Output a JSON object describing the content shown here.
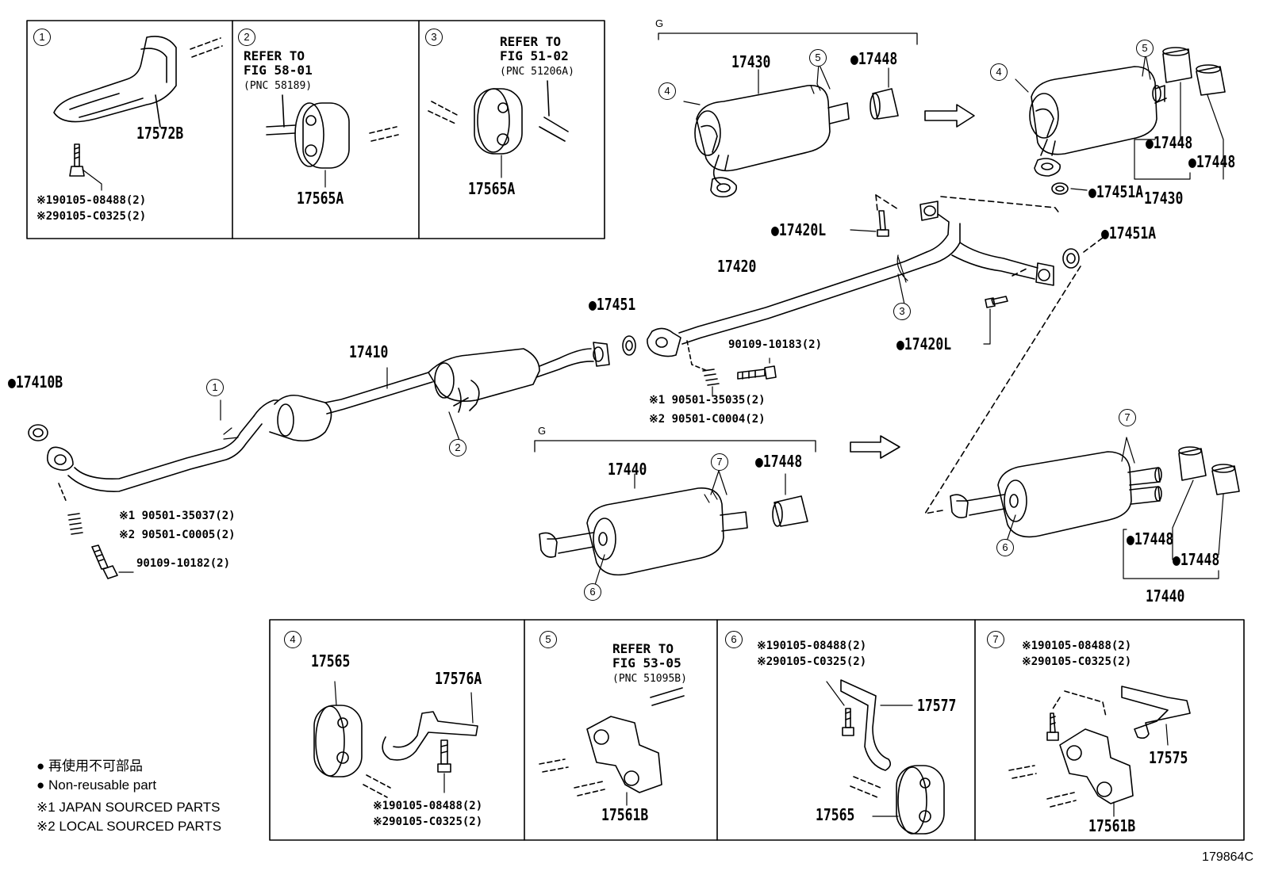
{
  "figure_code": "179864C",
  "legend": {
    "jp": "● 再使用不可部品",
    "en": "● Non-reusable part",
    "note1": "※1 JAPAN SOURCED PARTS",
    "note2": "※2 LOCAL SOURCED PARTS"
  },
  "group_label": "G",
  "insets": {
    "i1": {
      "num": "1",
      "part": "17572B",
      "bolt1": "※190105-08488(2)",
      "bolt2": "※290105-C0325(2)"
    },
    "i2": {
      "num": "2",
      "ref1": "REFER TO",
      "ref2": "FIG 58-01",
      "pnc": "(PNC 58189)",
      "part": "17565A"
    },
    "i3": {
      "num": "3",
      "ref1": "REFER TO",
      "ref2": "FIG 51-02",
      "pnc": "(PNC 51206A)",
      "part": "17565A"
    },
    "i4": {
      "num": "4",
      "part_a": "17565",
      "part_b": "17576A",
      "bolt1": "※190105-08488(2)",
      "bolt2": "※290105-C0325(2)"
    },
    "i5": {
      "num": "5",
      "ref1": "REFER TO",
      "ref2": "FIG 53-05",
      "pnc": "(PNC 51095B)",
      "part": "17561B"
    },
    "i6": {
      "num": "6",
      "bolt1": "※190105-08488(2)",
      "bolt2": "※290105-C0325(2)",
      "part_a": "17577",
      "part_b": "17565"
    },
    "i7": {
      "num": "7",
      "bolt1": "※190105-08488(2)",
      "bolt2": "※290105-C0325(2)",
      "part_a": "17575",
      "part_b": "17561B"
    }
  },
  "main": {
    "p17410B": "●17410B",
    "p17410": "17410",
    "p17451": "●17451",
    "p17420": "17420",
    "p17420L_a": "●17420L",
    "p17420L_b": "●17420L",
    "p17451A_a": "●17451A",
    "p17451A_b": "●17451A",
    "p17430_a": "17430",
    "p17430_b": "17430",
    "p17440_a": "17440",
    "p17440_b": "17440",
    "p17448_a": "●17448",
    "p17448_b": "●17448",
    "p17448_c": "●17448",
    "p17448_d": "●17448",
    "p17448_e": "●17448",
    "p17448_f": "●17448",
    "spring1_a": "※1 90501-35037(2)",
    "spring1_b": "※2 90501-C0005(2)",
    "bolt_front": "90109-10182(2)",
    "bolt_mid": "90109-10183(2)",
    "spring2_a": "※1 90501-35035(2)",
    "spring2_b": "※2 90501-C0004(2)"
  },
  "callouts": [
    "1",
    "2",
    "3",
    "4",
    "5",
    "6",
    "7"
  ]
}
